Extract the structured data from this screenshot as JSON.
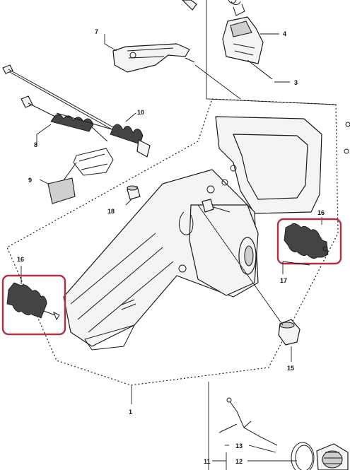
{
  "callouts": {
    "c1": "1",
    "c3": "3",
    "c4": "4",
    "c7": "7",
    "c8": "8",
    "c9": "9",
    "c10": "10",
    "c11": "11",
    "c12": "12",
    "c13": "13",
    "c15": "15",
    "c16_left": "16",
    "c16_right": "16",
    "c17": "17",
    "c18": "18"
  },
  "colors": {
    "highlight": "#b03045",
    "line": "#1a1a1a",
    "part_fill": "#f4f4f4"
  }
}
